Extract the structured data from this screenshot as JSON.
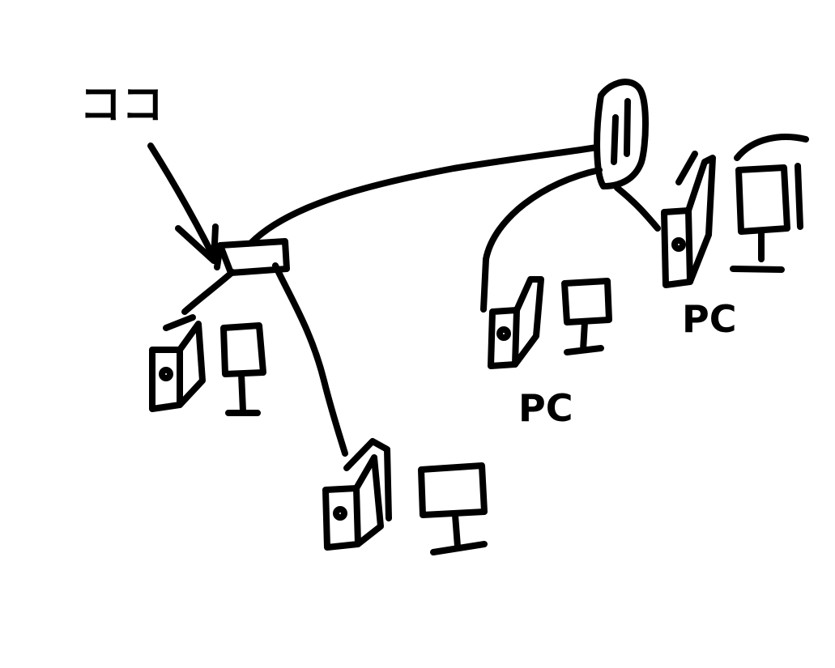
{
  "annotation": {
    "label": "ココ"
  },
  "labels": {
    "pc_middle": "PC",
    "pc_right": "PC"
  },
  "colors": {
    "ink": "#000000",
    "background": "#ffffff"
  }
}
